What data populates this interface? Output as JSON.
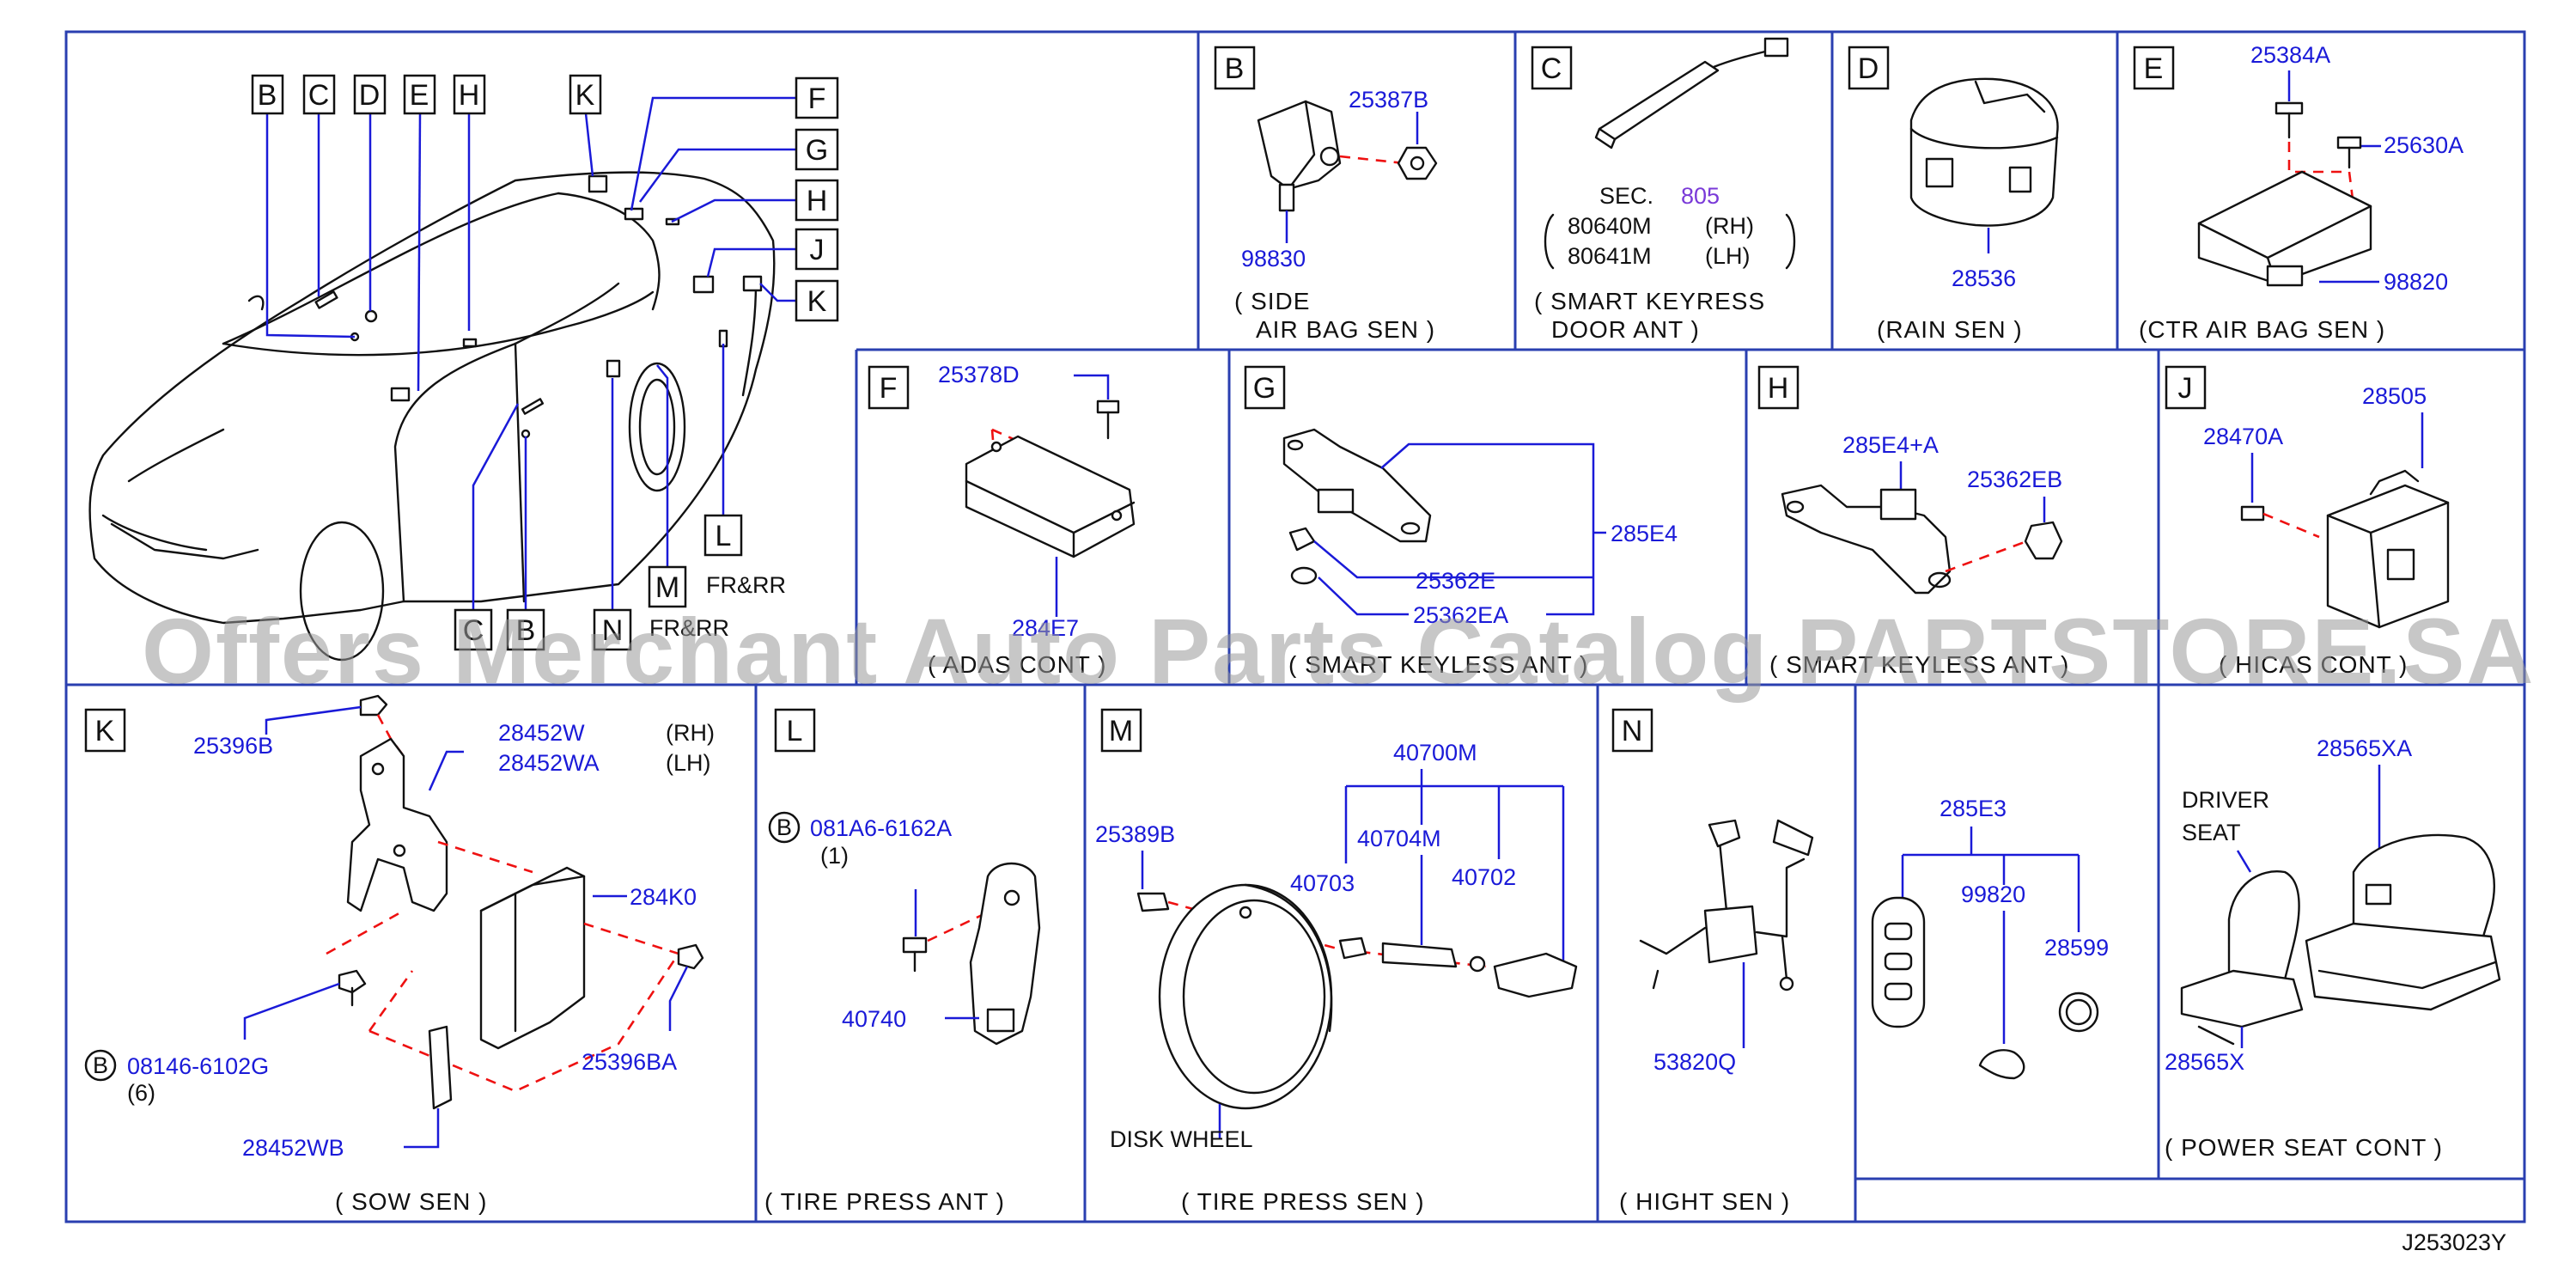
{
  "overview": {
    "top_letters": [
      "B",
      "C",
      "D",
      "E",
      "H"
    ],
    "k_letter": "K",
    "right_letters": [
      "F",
      "G",
      "H",
      "J",
      "K"
    ],
    "bottom_letters": [
      "C",
      "B",
      "N",
      "M",
      "L"
    ],
    "fr_rr_l": "FR&RR",
    "fr_rr_m": "FR&RR"
  },
  "panel_b": {
    "letter": "B",
    "p1": "25387B",
    "p2": "98830",
    "cap1": "( SIDE",
    "cap2": "AIR   BAG   SEN )"
  },
  "panel_c": {
    "letter": "C",
    "sec": "SEC.",
    "sec_num": "805",
    "r1": "80640M",
    "r1s": "(RH)",
    "r2": "80641M",
    "r2s": "(LH)",
    "cap1": "( SMART   KEYRESS",
    "cap2": "DOOR   ANT )"
  },
  "panel_d": {
    "letter": "D",
    "p1": "28536",
    "cap": "(RAIN   SEN )"
  },
  "panel_e": {
    "letter": "E",
    "p1": "25384A",
    "p2": "25630A",
    "p3": "98820",
    "cap": "(CTR   AIR   BAG   SEN )"
  },
  "panel_f": {
    "letter": "F",
    "p1": "25378D",
    "p2": "284E7",
    "cap": "( ADAS  CONT )"
  },
  "panel_g": {
    "letter": "G",
    "p1": "285E4",
    "p2": "25362E",
    "p3": "25362EA",
    "cap": "( SMART   KEYLESS   ANT )"
  },
  "panel_h": {
    "letter": "H",
    "p1": "285E4+A",
    "p2": "25362EB",
    "cap": "( SMART   KEYLESS   ANT )"
  },
  "panel_j": {
    "letter": "J",
    "p1": "28505",
    "p2": "28470A",
    "cap": "( HICAS   CONT )"
  },
  "panel_k": {
    "letter": "K",
    "p1": "25396B",
    "p2": "28452W",
    "p2s": "(RH)",
    "p3": "28452WA",
    "p3s": "(LH)",
    "p4": "284K0",
    "p5": "08146-6102G",
    "p5q": "(6)",
    "p6": "25396BA",
    "p7": "28452WB",
    "b": "B",
    "cap": "( SOW   SEN )"
  },
  "panel_l": {
    "letter": "L",
    "b": "B",
    "p1": "081A6-6162A",
    "p1q": "(1)",
    "p2": "40740",
    "cap": "( TIRE   PRESS   ANT )"
  },
  "panel_m": {
    "letter": "M",
    "p1": "40700M",
    "p2": "25389B",
    "p3": "40703",
    "p4": "40704M",
    "p5": "40702",
    "disk": "DISK    WHEEL",
    "cap": "( TIRE    PRESS    SEN )"
  },
  "panel_n": {
    "letter": "N",
    "p1": "53820Q",
    "cap": "( HIGHT   SEN )"
  },
  "panel_key": {
    "p1": "285E3",
    "p2": "99820",
    "p3": "28599"
  },
  "panel_seat": {
    "p1": "28565XA",
    "driver1": "DRIVER",
    "driver2": "SEAT",
    "p2": "28565X",
    "cap": "( POWER   SEAT   CONT )"
  },
  "watermark": "Offers Merchant Auto Parts Catalog PARTSTORE.SA",
  "drawing_code": "J253023Y"
}
